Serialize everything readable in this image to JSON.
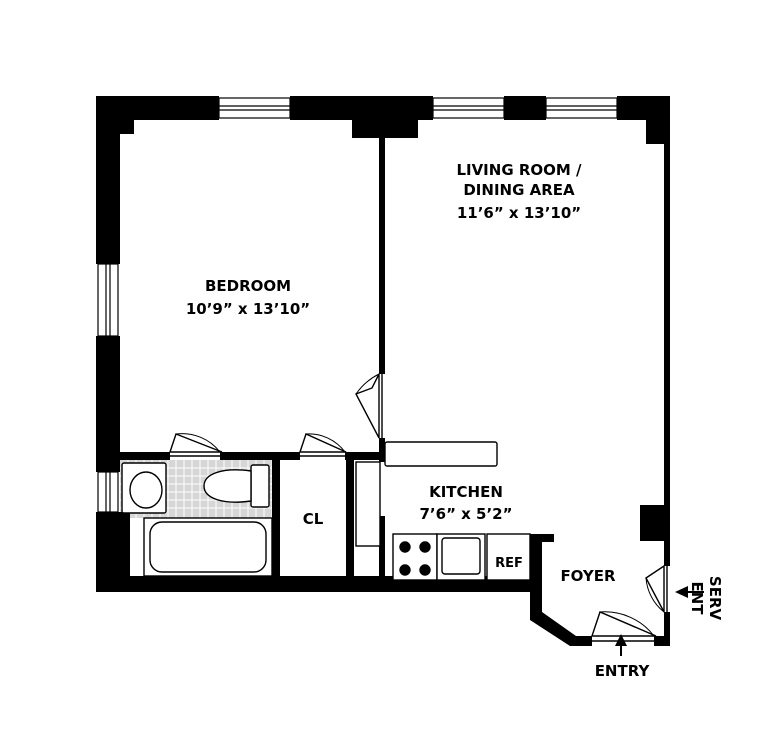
{
  "rooms": {
    "living": {
      "name_line1": "LIVING ROOM /",
      "name_line2": "DINING AREA",
      "dims": "11’6” x 13’10”"
    },
    "bedroom": {
      "name": "BEDROOM",
      "dims": "10’9” x 13’10”"
    },
    "kitchen": {
      "name": "KITCHEN",
      "dims": "7’6” x 5’2”"
    },
    "closet": {
      "name": "CL"
    },
    "foyer": {
      "name": "FOYER"
    }
  },
  "fixtures": {
    "refrigerator": "REF"
  },
  "labels": {
    "entry": "ENTRY",
    "service_line1": "SERV",
    "service_line2": "ENT"
  },
  "colors": {
    "wall": "#000000",
    "tile": "#d6d6d6",
    "fixture_line": "#000000"
  }
}
